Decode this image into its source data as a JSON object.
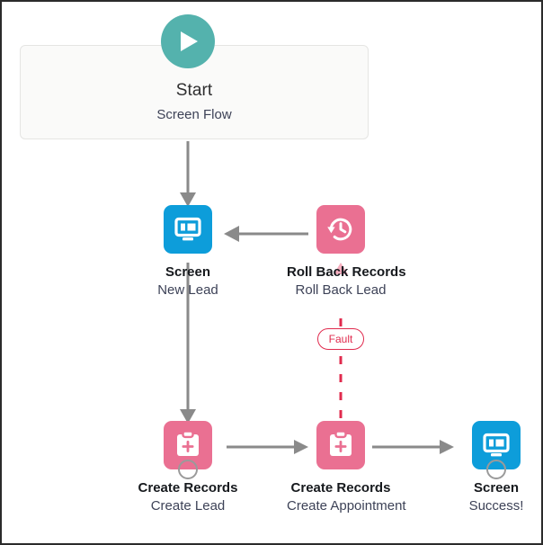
{
  "diagram": {
    "title": "Salesforce Flow Builder canvas",
    "colors": {
      "start_accent": "#54b2ad",
      "screen_tile": "#0d9dda",
      "record_tile": "#ea7092",
      "fault": "#e02b4e",
      "connector": "#8a8a8a",
      "title_text": "#16191d",
      "subtitle_text": "#3d4257",
      "canvas_bg": "#ffffff",
      "start_bg": "#fafaf9"
    },
    "start": {
      "icon": "play-icon",
      "title": "Start",
      "subtitle": "Screen Flow"
    },
    "nodes": [
      {
        "id": "screen-new-lead",
        "icon": "screen-icon",
        "tile_color": "blue",
        "title": "Screen",
        "subtitle": "New Lead",
        "has_endcap": false
      },
      {
        "id": "roll-back-records",
        "icon": "rollback-clock-icon",
        "tile_color": "pink",
        "title": "Roll Back Records",
        "subtitle": "Roll Back Lead",
        "has_endcap": false
      },
      {
        "id": "create-lead",
        "icon": "clipboard-plus-icon",
        "tile_color": "pink",
        "title": "Create Records",
        "subtitle": "Create Lead",
        "has_endcap": true
      },
      {
        "id": "create-appointment",
        "icon": "clipboard-plus-icon",
        "tile_color": "pink",
        "title": "Create Records",
        "subtitle": "Create Appointment",
        "has_endcap": false
      },
      {
        "id": "screen-success",
        "icon": "screen-icon",
        "tile_color": "blue",
        "title": "Screen",
        "subtitle": "Success!",
        "has_endcap": true
      }
    ],
    "connectors": [
      {
        "id": "start-to-screen",
        "from": "start",
        "to": "screen-new-lead",
        "style": "solid",
        "label": ""
      },
      {
        "id": "rollback-to-screen",
        "from": "roll-back-records",
        "to": "screen-new-lead",
        "style": "solid",
        "label": ""
      },
      {
        "id": "screen-to-create-lead",
        "from": "screen-new-lead",
        "to": "create-lead",
        "style": "solid",
        "label": ""
      },
      {
        "id": "create-lead-to-create-appointment",
        "from": "create-lead",
        "to": "create-appointment",
        "style": "solid",
        "label": ""
      },
      {
        "id": "create-appointment-to-screen-success",
        "from": "create-appointment",
        "to": "screen-success",
        "style": "solid",
        "label": ""
      },
      {
        "id": "fault-connector",
        "from": "create-appointment",
        "to": "roll-back-records",
        "style": "dashed",
        "label": "Fault"
      }
    ],
    "fault_label": "Fault"
  }
}
